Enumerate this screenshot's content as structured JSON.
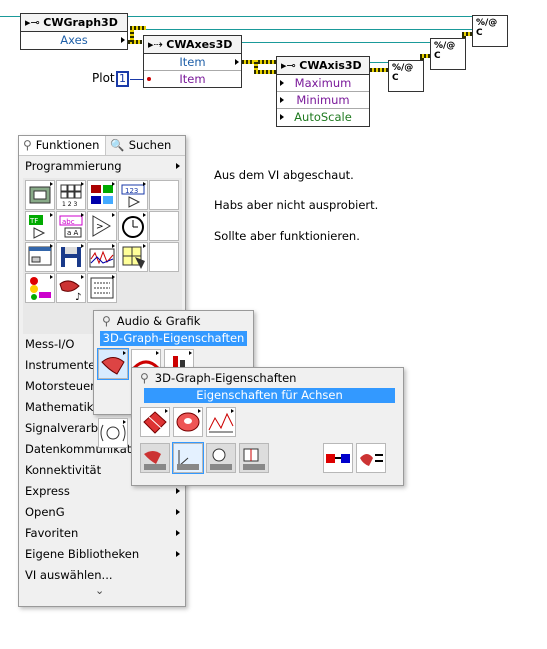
{
  "block_diagram": {
    "graph_node": {
      "class_name": "CWGraph3D",
      "property": "Axes"
    },
    "axes_node": {
      "class_name": "CWAxes3D",
      "properties": [
        "Item",
        "Item"
      ]
    },
    "axis_node": {
      "class_name": "CWAxis3D",
      "properties": [
        "Maximum",
        "Minimum",
        "AutoScale"
      ]
    },
    "plot_label": "Plot",
    "plot_constant": "1",
    "close_ref_glyph": "%/@ C"
  },
  "functions_palette": {
    "tab_functions": "Funktionen",
    "tab_search": "Suchen",
    "top_category": "Programmierung",
    "categories": [
      "Mess-I/O",
      "Instrumenten",
      "Motorsteuer",
      "Mathematik",
      "Signalverarb",
      "Datenkommunikatio",
      "Konnektivität",
      "Express",
      "OpenG",
      "Favoriten",
      "Eigene Bibliotheken",
      "VI auswählen..."
    ],
    "more_glyph": "⌄"
  },
  "audio_palette": {
    "title": "Audio & Grafik",
    "selected_item": "3D-Graph-Eigenschaften"
  },
  "graph_props_palette": {
    "title": "3D-Graph-Eigenschaften",
    "selected_item": "Eigenschaften für Achsen"
  },
  "notes": [
    "Aus dem VI abgeschaut.",
    "Habs aber nicht ausprobiert.",
    "Sollte aber funktionieren."
  ],
  "colors": {
    "selection": "#3399ff",
    "refnum_wire": "#e8d200",
    "blue_text": "#1e5fa8",
    "purple_text": "#7a1a9a",
    "green_text": "#1f7a1f"
  }
}
